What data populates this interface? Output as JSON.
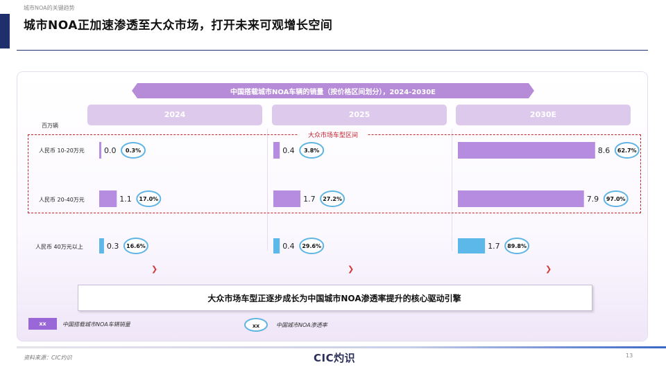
{
  "header": {
    "breadcrumb": "城市NOA的关键趋势",
    "title": "城市NOA正加速渗透至大众市场，打开未来可观增长空间"
  },
  "mass_market_label": "大众市场车型区间",
  "unit": "百万辆",
  "conclusion": "大众市场车型正逐步成长为中国城市NOA渗透率提升的核心驱动引擎",
  "legend": {
    "swatch_text": "xx",
    "sales_label": "中国搭载城市NOA车辆销量",
    "oval_text": "xx",
    "penetration_label": "中国城市NOA渗透率"
  },
  "footer": {
    "source": "资料来源：CIC灼识",
    "logo": "CIC灼识",
    "page_number": "13"
  },
  "colors": {
    "mass_bar": "#b58ce0",
    "premium_bar": "#5db8ea",
    "oval_border": "#5fb4e4",
    "dash": "#c2202a",
    "title_band": "#b68cd8",
    "accent": "#1e2f6b"
  },
  "chart_data": {
    "type": "bar",
    "title": "中国搭载城市NOA车辆的销量（按价格区间划分），2024-2030E",
    "unit": "百万辆",
    "categories": [
      "人民币 10-20万元",
      "人民币 20-40万元",
      "人民币 40万元以上"
    ],
    "series": [
      {
        "name": "2024",
        "values": [
          0.0,
          1.1,
          0.3
        ],
        "value_labels": [
          "0.0",
          "1.1",
          "0.3"
        ],
        "penetration": [
          "0.3%",
          "17.0%",
          "16.6%"
        ]
      },
      {
        "name": "2025",
        "values": [
          0.4,
          1.7,
          0.4
        ],
        "value_labels": [
          "0.4",
          "1.7",
          "0.4"
        ],
        "penetration": [
          "3.8%",
          "27.2%",
          "29.6%"
        ]
      },
      {
        "name": "2030E",
        "values": [
          8.6,
          7.9,
          1.7
        ],
        "value_labels": [
          "8.6",
          "7.9",
          "1.7"
        ],
        "penetration": [
          "62.7%",
          "97.0%",
          "89.8%"
        ]
      }
    ]
  }
}
